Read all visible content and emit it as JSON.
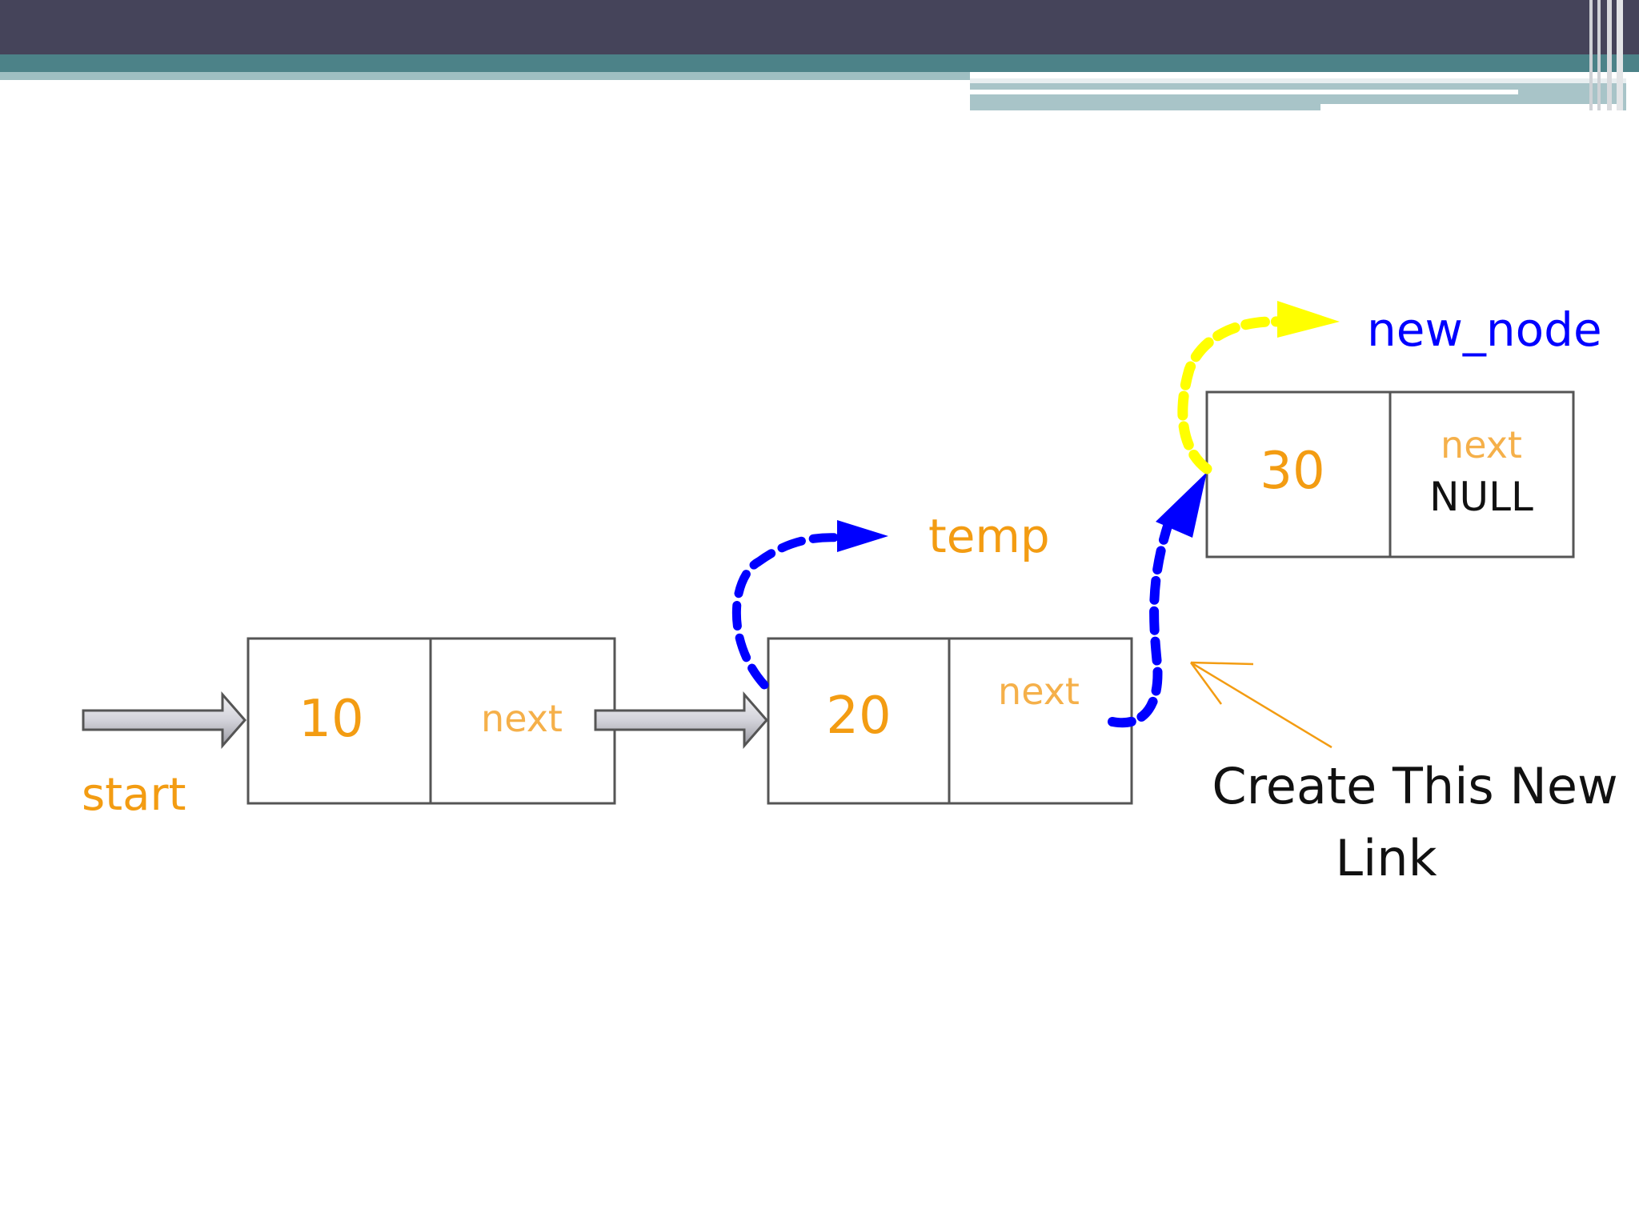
{
  "colors": {
    "header_dark": "#45445a",
    "header_teal": "#4c8288",
    "header_light": "#9fbfc2",
    "node_value": "#f39c12",
    "next_label": "#f5b04a",
    "temp_pointer": "#0000ff",
    "new_node_pointer": "#ffff00",
    "caption_text": "#111111",
    "box_border": "#555555"
  },
  "diagram": {
    "start_label": "start",
    "temp_label": "temp",
    "new_node_label": "new_node",
    "nodes": [
      {
        "value": "10",
        "next": "next",
        "next_sub": ""
      },
      {
        "value": "20",
        "next": "next",
        "next_sub": ""
      },
      {
        "value": "30",
        "next": "next",
        "next_sub": "NULL"
      }
    ],
    "caption_line1": "Create This New",
    "caption_line2": "Link"
  }
}
